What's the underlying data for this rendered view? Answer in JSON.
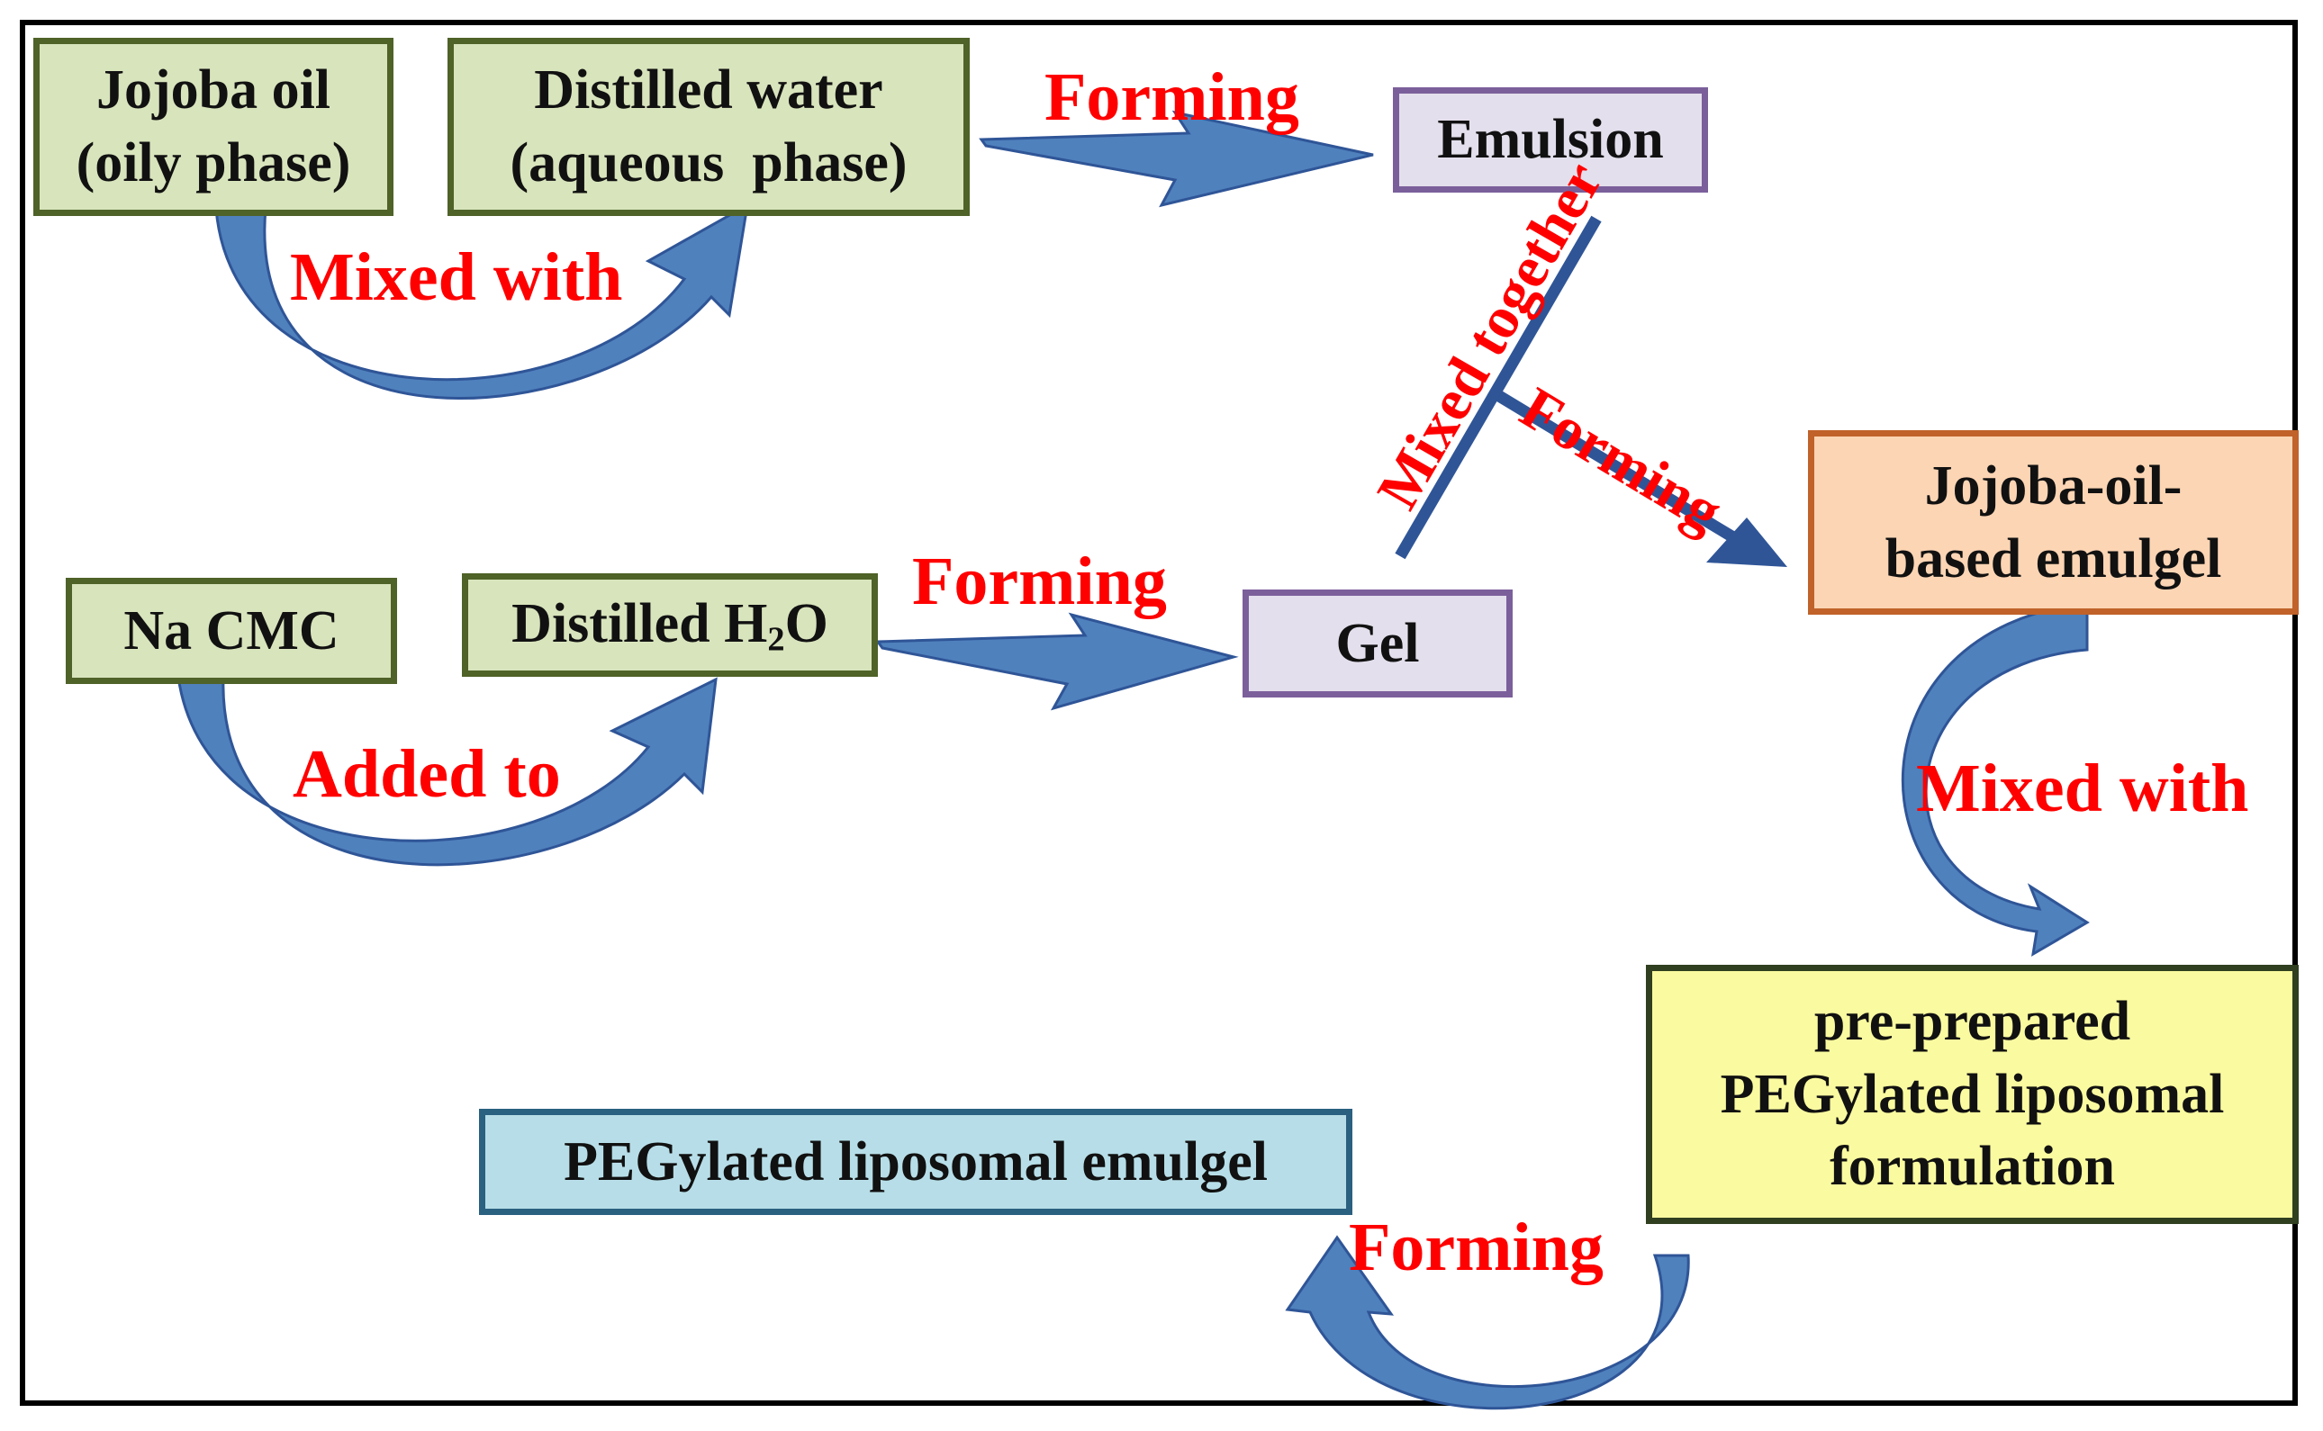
{
  "colors": {
    "arrow_fill": "#4f81bd",
    "arrow_dark": "#2f5597",
    "label_red": "#ff0000"
  },
  "nodes": {
    "jojoba_oil": {
      "line1": "Jojoba oil",
      "line2": "(oily phase)"
    },
    "distilled_water": {
      "line1": "Distilled water",
      "line2": "(aqueous  phase)"
    },
    "emulsion": {
      "text": "Emulsion"
    },
    "na_cmc": {
      "text": "Na CMC"
    },
    "distilled_h2o": {
      "prefix": "Distilled H",
      "sub": "2",
      "suffix": "O"
    },
    "gel": {
      "text": "Gel"
    },
    "jojoba_emulgel": {
      "line1": "Jojoba-oil-",
      "line2": "based emulgel"
    },
    "pegylated_formulation": {
      "line1": "pre-prepared",
      "line2": "PEGylated liposomal",
      "line3": "formulation"
    },
    "pegylated_emulgel": {
      "text": "PEGylated liposomal emulgel"
    }
  },
  "labels": {
    "forming_top": "Forming",
    "mixed_with_top": "Mixed with",
    "mixed_together": "Mixed together",
    "forming_diag": "Forming",
    "forming_mid": "Forming",
    "added_to": "Added to",
    "mixed_with_right": "Mixed with",
    "forming_bottom": "Forming"
  }
}
